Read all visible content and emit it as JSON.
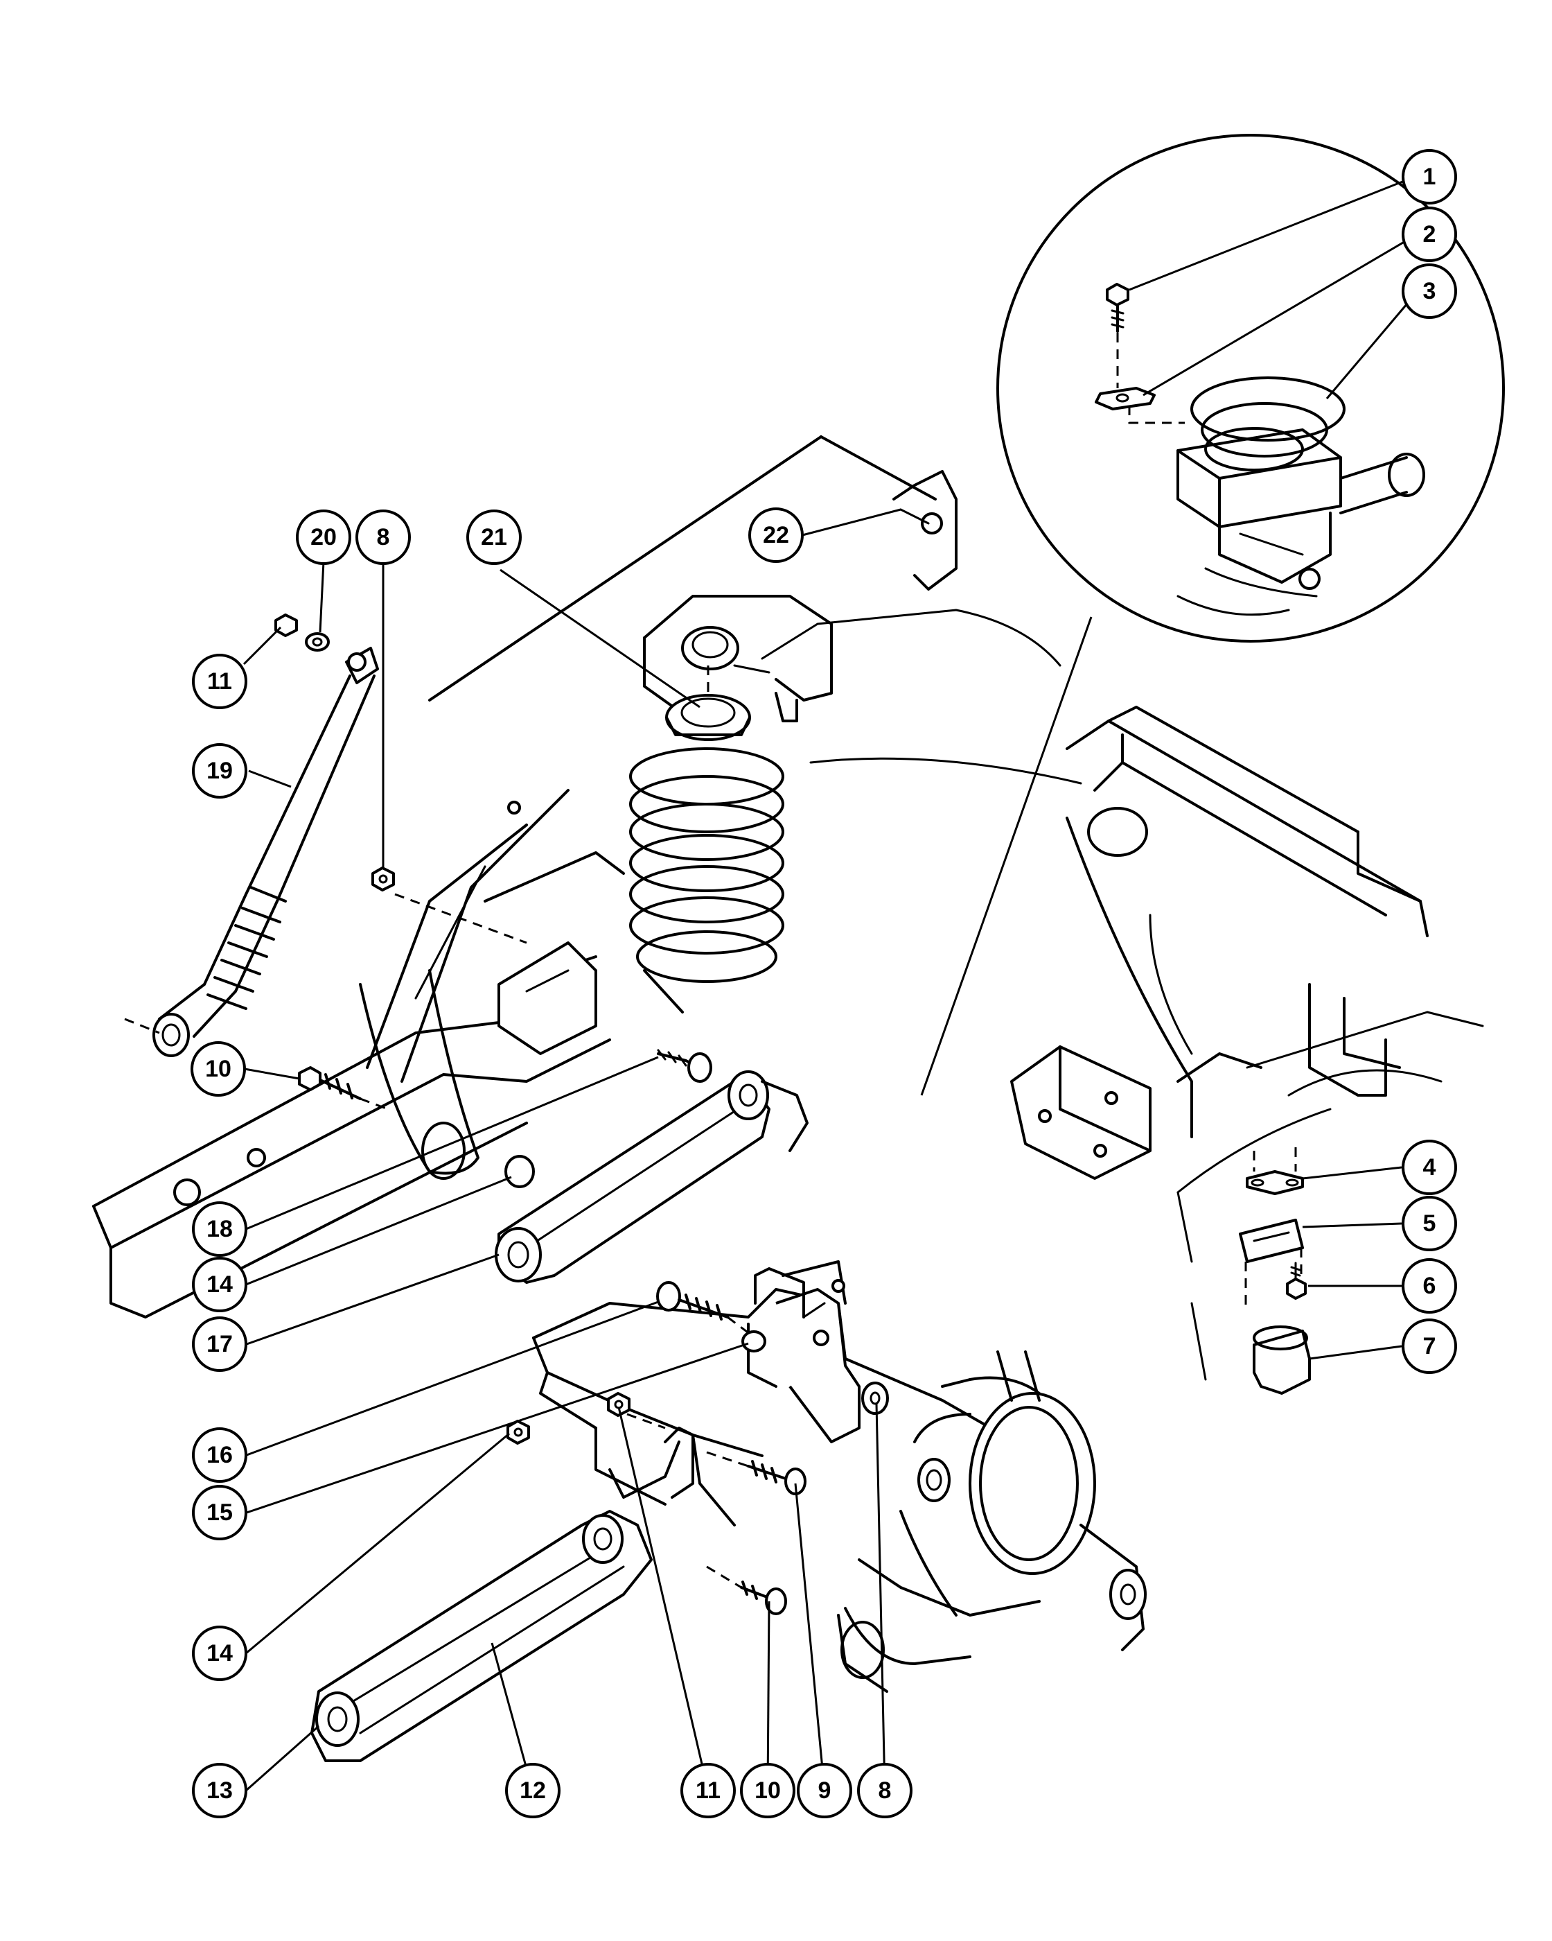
{
  "callouts": [
    {
      "id": "c1",
      "label": "1"
    },
    {
      "id": "c2",
      "label": "2"
    },
    {
      "id": "c3",
      "label": "3"
    },
    {
      "id": "c4",
      "label": "4"
    },
    {
      "id": "c5",
      "label": "5"
    },
    {
      "id": "c6",
      "label": "6"
    },
    {
      "id": "c7",
      "label": "7"
    },
    {
      "id": "c20",
      "label": "20"
    },
    {
      "id": "c8a",
      "label": "8"
    },
    {
      "id": "c21",
      "label": "21"
    },
    {
      "id": "c22",
      "label": "22"
    },
    {
      "id": "c11a",
      "label": "11"
    },
    {
      "id": "c19",
      "label": "19"
    },
    {
      "id": "c10a",
      "label": "10"
    },
    {
      "id": "c18",
      "label": "18"
    },
    {
      "id": "c14a",
      "label": "14"
    },
    {
      "id": "c17",
      "label": "17"
    },
    {
      "id": "c16",
      "label": "16"
    },
    {
      "id": "c15",
      "label": "15"
    },
    {
      "id": "c14b",
      "label": "14"
    },
    {
      "id": "c13",
      "label": "13"
    },
    {
      "id": "c12",
      "label": "12"
    },
    {
      "id": "c11b",
      "label": "11"
    },
    {
      "id": "c10b",
      "label": "10"
    },
    {
      "id": "c9",
      "label": "9"
    },
    {
      "id": "c8b",
      "label": "8"
    }
  ]
}
